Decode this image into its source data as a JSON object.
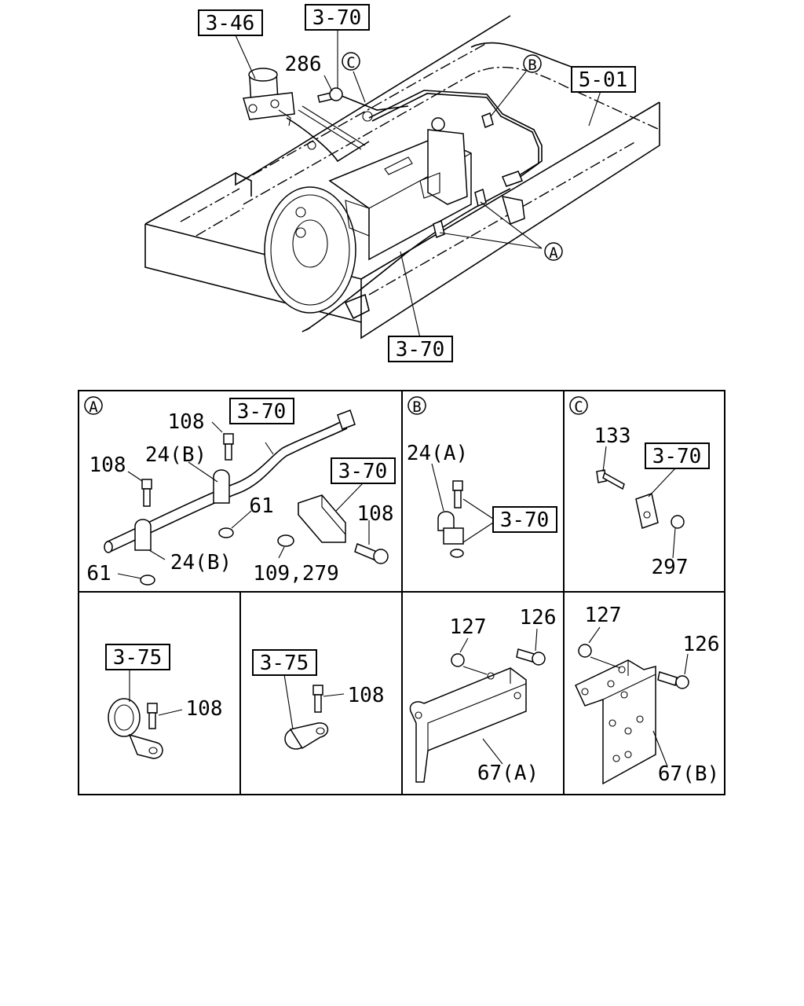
{
  "top_view": {
    "ref_3_46": "3-46",
    "ref_3_70_top": "3-70",
    "ref_5_01": "5-01",
    "ref_3_70_bottom": "3-70",
    "part_286": "286",
    "callout_A": "A",
    "callout_B": "B",
    "callout_C": "C"
  },
  "panel_a": {
    "marker": "A",
    "ref_3_70_hose": "3-70",
    "ref_3_70_bracket": "3-70",
    "p108_top": "108",
    "p108_left": "108",
    "p108_right": "108",
    "p24b_top": "24(B)",
    "p24b_bottom": "24(B)",
    "p61_right": "61",
    "p61_bottom": "61",
    "p109_279": "109,279"
  },
  "panel_b": {
    "marker": "B",
    "p24a": "24(A)",
    "ref_3_70": "3-70"
  },
  "panel_c": {
    "marker": "C",
    "p133": "133",
    "ref_3_70": "3-70",
    "p297": "297"
  },
  "panel_d": {
    "ref_3_75": "3-75",
    "p108": "108"
  },
  "panel_e": {
    "ref_3_75": "3-75",
    "p108": "108"
  },
  "panel_f": {
    "p127": "127",
    "p126": "126",
    "p67a": "67(A)"
  },
  "panel_g": {
    "p127": "127",
    "p126": "126",
    "p67b": "67(B)"
  }
}
